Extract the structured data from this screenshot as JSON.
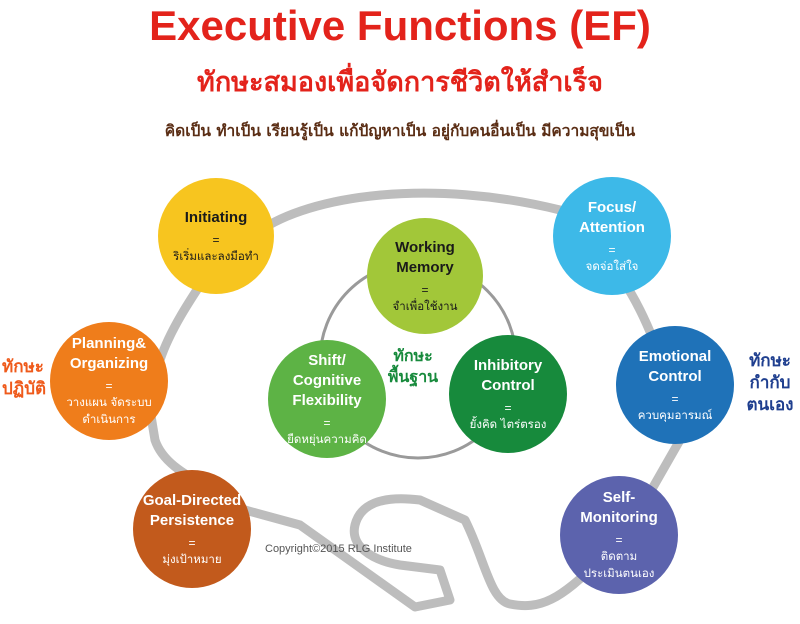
{
  "header": {
    "title": "Executive Functions (EF)",
    "subtitle": "ทักษะสมองเพื่อจัดการชีวิตให้สำเร็จ",
    "tagline": "คิดเป็น ทำเป็น เรียนรู้เป็น แก้ปัญหาเป็น อยู่กับคนอื่นเป็น มีความสุขเป็น"
  },
  "groups": {
    "left": "ทักษะ\nปฏิบัติ",
    "right": "ทักษะ\nกำกับ\nตนเอง",
    "center": "ทักษะ\nพื้นฐาน"
  },
  "circles": {
    "initiating": {
      "en": "Initiating",
      "eq": "=",
      "th": "ริเริ่มและลงมือทำ"
    },
    "planning": {
      "en": "Planning&\nOrganizing",
      "eq": "=",
      "th": "วางแผน จัดระบบ\nดำเนินการ"
    },
    "goal": {
      "en": "Goal-Directed\nPersistence",
      "eq": "=",
      "th": "มุ่งเป้าหมาย"
    },
    "working_memory": {
      "en": "Working\nMemory",
      "eq": "=",
      "th": "จำเพื่อใช้งาน"
    },
    "shift": {
      "en": "Shift/\nCognitive\nFlexibility",
      "eq": "=",
      "th": "ยืดหยุ่นความคิด"
    },
    "inhibitory": {
      "en": "Inhibitory\nControl",
      "eq": "=",
      "th": "ยั้งคิด ไตร่ตรอง"
    },
    "focus": {
      "en": "Focus/\nAttention",
      "eq": "=",
      "th": "จดจ่อใส่ใจ"
    },
    "emotional": {
      "en": "Emotional\nControl",
      "eq": "=",
      "th": "ควบคุมอารมณ์"
    },
    "self_monitoring": {
      "en": "Self-\nMonitoring",
      "eq": "=",
      "th": "ติดตาม\nประเมินตนเอง"
    }
  },
  "colors": {
    "title_red": "#e3231b",
    "initiating": "#f7c51f",
    "planning": "#ef7d1b",
    "goal": "#c25a1c",
    "working_memory": "#a2c739",
    "shift": "#5db345",
    "inhibitory": "#178a3c",
    "focus": "#3db9e8",
    "emotional": "#1f72b8",
    "self_monitoring": "#5c63ad",
    "brain_outline": "#bdbdbd"
  },
  "copyright": "Copyright©2015 RLG Institute"
}
